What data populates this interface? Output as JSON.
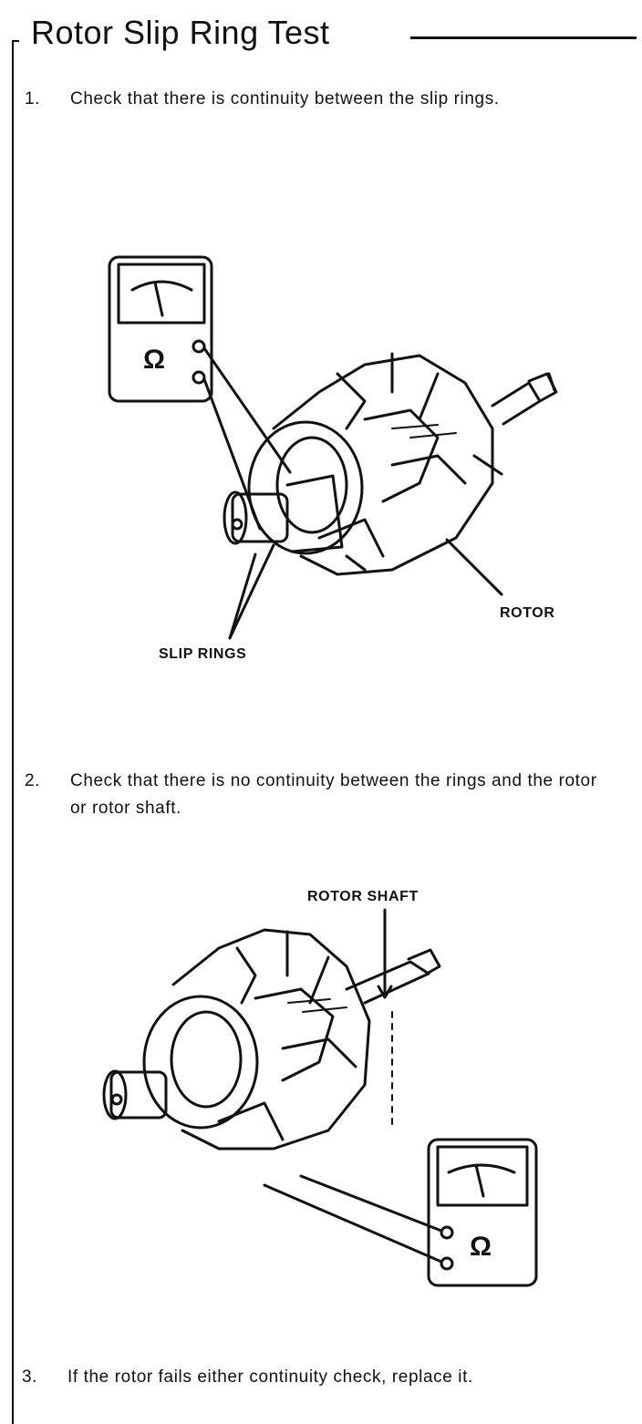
{
  "title": "Rotor Slip Ring Test",
  "steps": [
    {
      "number": "1.",
      "text": "Check that there is continuity between the slip rings."
    },
    {
      "number": "2.",
      "text": "Check that there is no continuity between the rings and the rotor or rotor shaft."
    },
    {
      "number": "3.",
      "text": "If the rotor fails either continuity check, replace it."
    }
  ],
  "figure1": {
    "labels": {
      "rotor": "ROTOR",
      "slip_rings": "SLIP RINGS"
    },
    "meter_symbol": "Ω",
    "icons": [
      "ohmmeter-icon",
      "rotor-illustration-icon"
    ]
  },
  "figure2": {
    "labels": {
      "rotor_shaft": "ROTOR SHAFT"
    },
    "meter_symbol": "Ω",
    "icons": [
      "ohmmeter-icon",
      "rotor-illustration-icon"
    ]
  }
}
